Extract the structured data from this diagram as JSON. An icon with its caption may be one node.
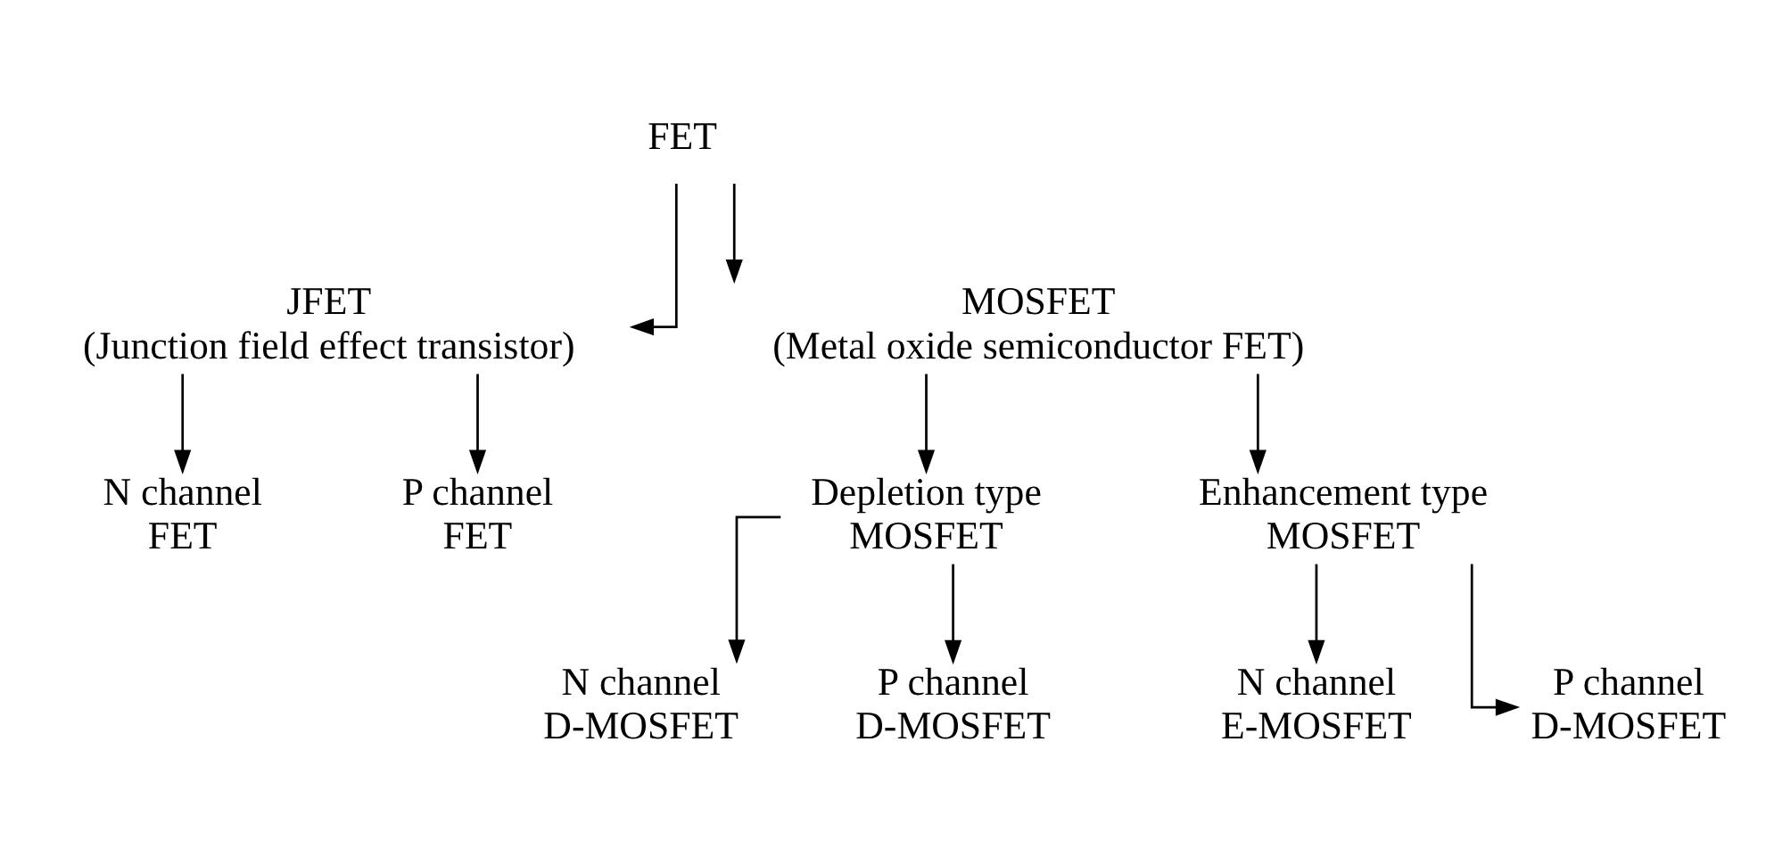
{
  "diagram": {
    "nodes": [
      {
        "text": [
          "FET"
        ]
      },
      {
        "text": [
          "JFET",
          "(Junction field effect transistor)"
        ]
      },
      {
        "text": [
          "MOSFET",
          "(Metal oxide semiconductor FET)"
        ]
      },
      {
        "text": [
          "N channel FET"
        ]
      },
      {
        "text": [
          "P channel FET"
        ]
      },
      {
        "text": [
          "Depletion type MOSFET"
        ]
      },
      {
        "text": [
          "Enhancement type MOSFET"
        ]
      },
      {
        "text": [
          "N channel D-MOSFET"
        ]
      },
      {
        "text": [
          "P channel D-MOSFET"
        ]
      },
      {
        "text": [
          "N channel E-MOSFET"
        ]
      },
      {
        "text": [
          "P channel D-MOSFET"
        ]
      }
    ],
    "edges": [
      {
        "from": 0,
        "to": 1,
        "arrow": "to"
      },
      {
        "from": 0,
        "to": 2,
        "arrow": "to"
      },
      {
        "from": 1,
        "to": 3,
        "arrow": "to"
      },
      {
        "from": 1,
        "to": 4,
        "arrow": "to"
      },
      {
        "from": 2,
        "to": 5,
        "arrow": "to"
      },
      {
        "from": 2,
        "to": 6,
        "arrow": "to"
      },
      {
        "from": 5,
        "to": 7,
        "arrow": "to"
      },
      {
        "from": 5,
        "to": 8,
        "arrow": "to"
      },
      {
        "from": 6,
        "to": 9,
        "arrow": "to"
      },
      {
        "from": 6,
        "to": 10,
        "arrow": "to"
      }
    ]
  }
}
